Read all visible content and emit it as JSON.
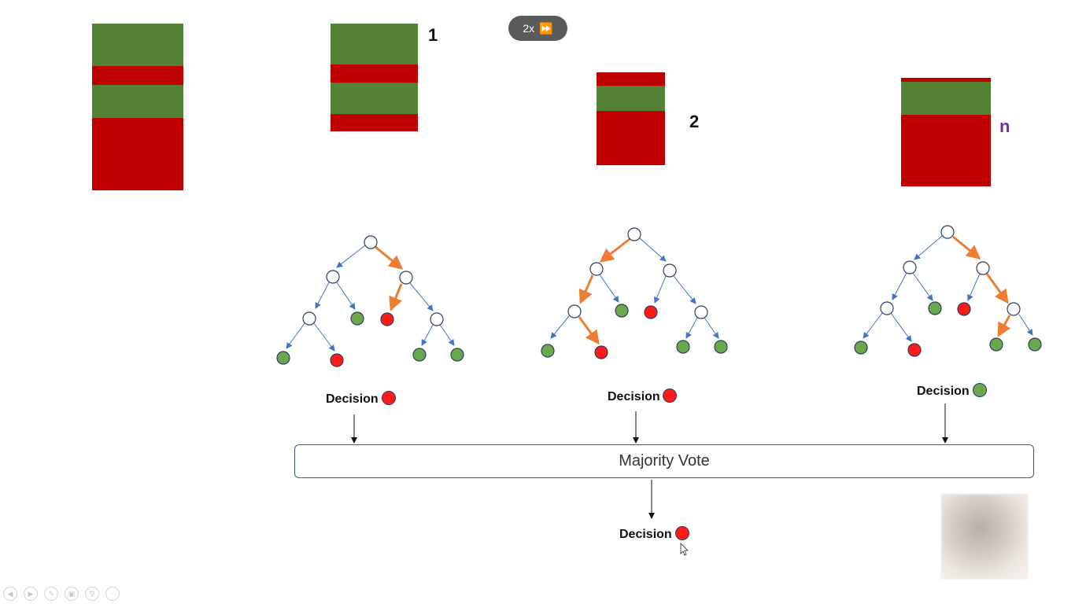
{
  "playback": {
    "speed_label": "2x",
    "icon": "fast-forward-icon"
  },
  "samples": {
    "label_1": "1",
    "label_2": "2",
    "label_n": "n"
  },
  "colors": {
    "green": "#548235",
    "red": "#c00000",
    "path": "#ed7d31",
    "edge": "#4472c4",
    "label_n": "#7030a0"
  },
  "decisions": {
    "tree1": {
      "label": "Decision",
      "color": "red"
    },
    "tree2": {
      "label": "Decision",
      "color": "red"
    },
    "tree3": {
      "label": "Decision",
      "color": "green"
    },
    "final": {
      "label": "Decision",
      "color": "red"
    }
  },
  "vote": {
    "label": "Majority Vote"
  },
  "toolbar": {
    "icons": [
      "previous-icon",
      "next-icon",
      "pen-icon",
      "slides-icon",
      "zoom-icon",
      "more-icon"
    ]
  }
}
